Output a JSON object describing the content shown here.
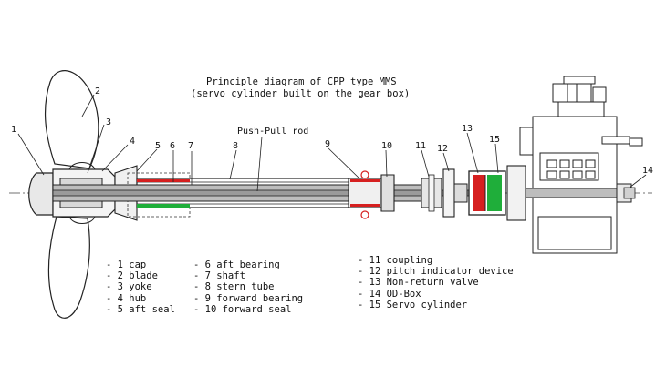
{
  "title": {
    "line1": "Principle diagram of CPP type MMS",
    "line2": "(servo cylinder built on the gear box)"
  },
  "labels": {
    "push_pull_rod": "Push-Pull rod",
    "n1": "1",
    "n2": "2",
    "n3": "3",
    "n4": "4",
    "n5": "5",
    "n6": "6",
    "n7": "7",
    "n8": "8",
    "n9": "9",
    "n10": "10",
    "n11": "11",
    "n12": "12",
    "n13": "13",
    "n14": "14",
    "n15": "15"
  },
  "legend": {
    "col1": [
      "- 1 cap",
      "- 2 blade",
      "- 3 yoke",
      "- 4 hub",
      "- 5 aft seal"
    ],
    "col2": [
      "- 6 aft bearing",
      "- 7 shaft",
      "- 8 stern tube",
      "- 9 forward bearing",
      "- 10 forward seal"
    ],
    "col3": [
      "- 11 coupling",
      "- 12 pitch indicator device",
      "- 13 Non-return valve",
      "- 14 OD-Box",
      "- 15 Servo cylinder"
    ]
  },
  "colors": {
    "stroke": "#222222",
    "shaft_fill": "#bdbdbd",
    "red_part": "#d62020",
    "green_part": "#1fae3a"
  }
}
